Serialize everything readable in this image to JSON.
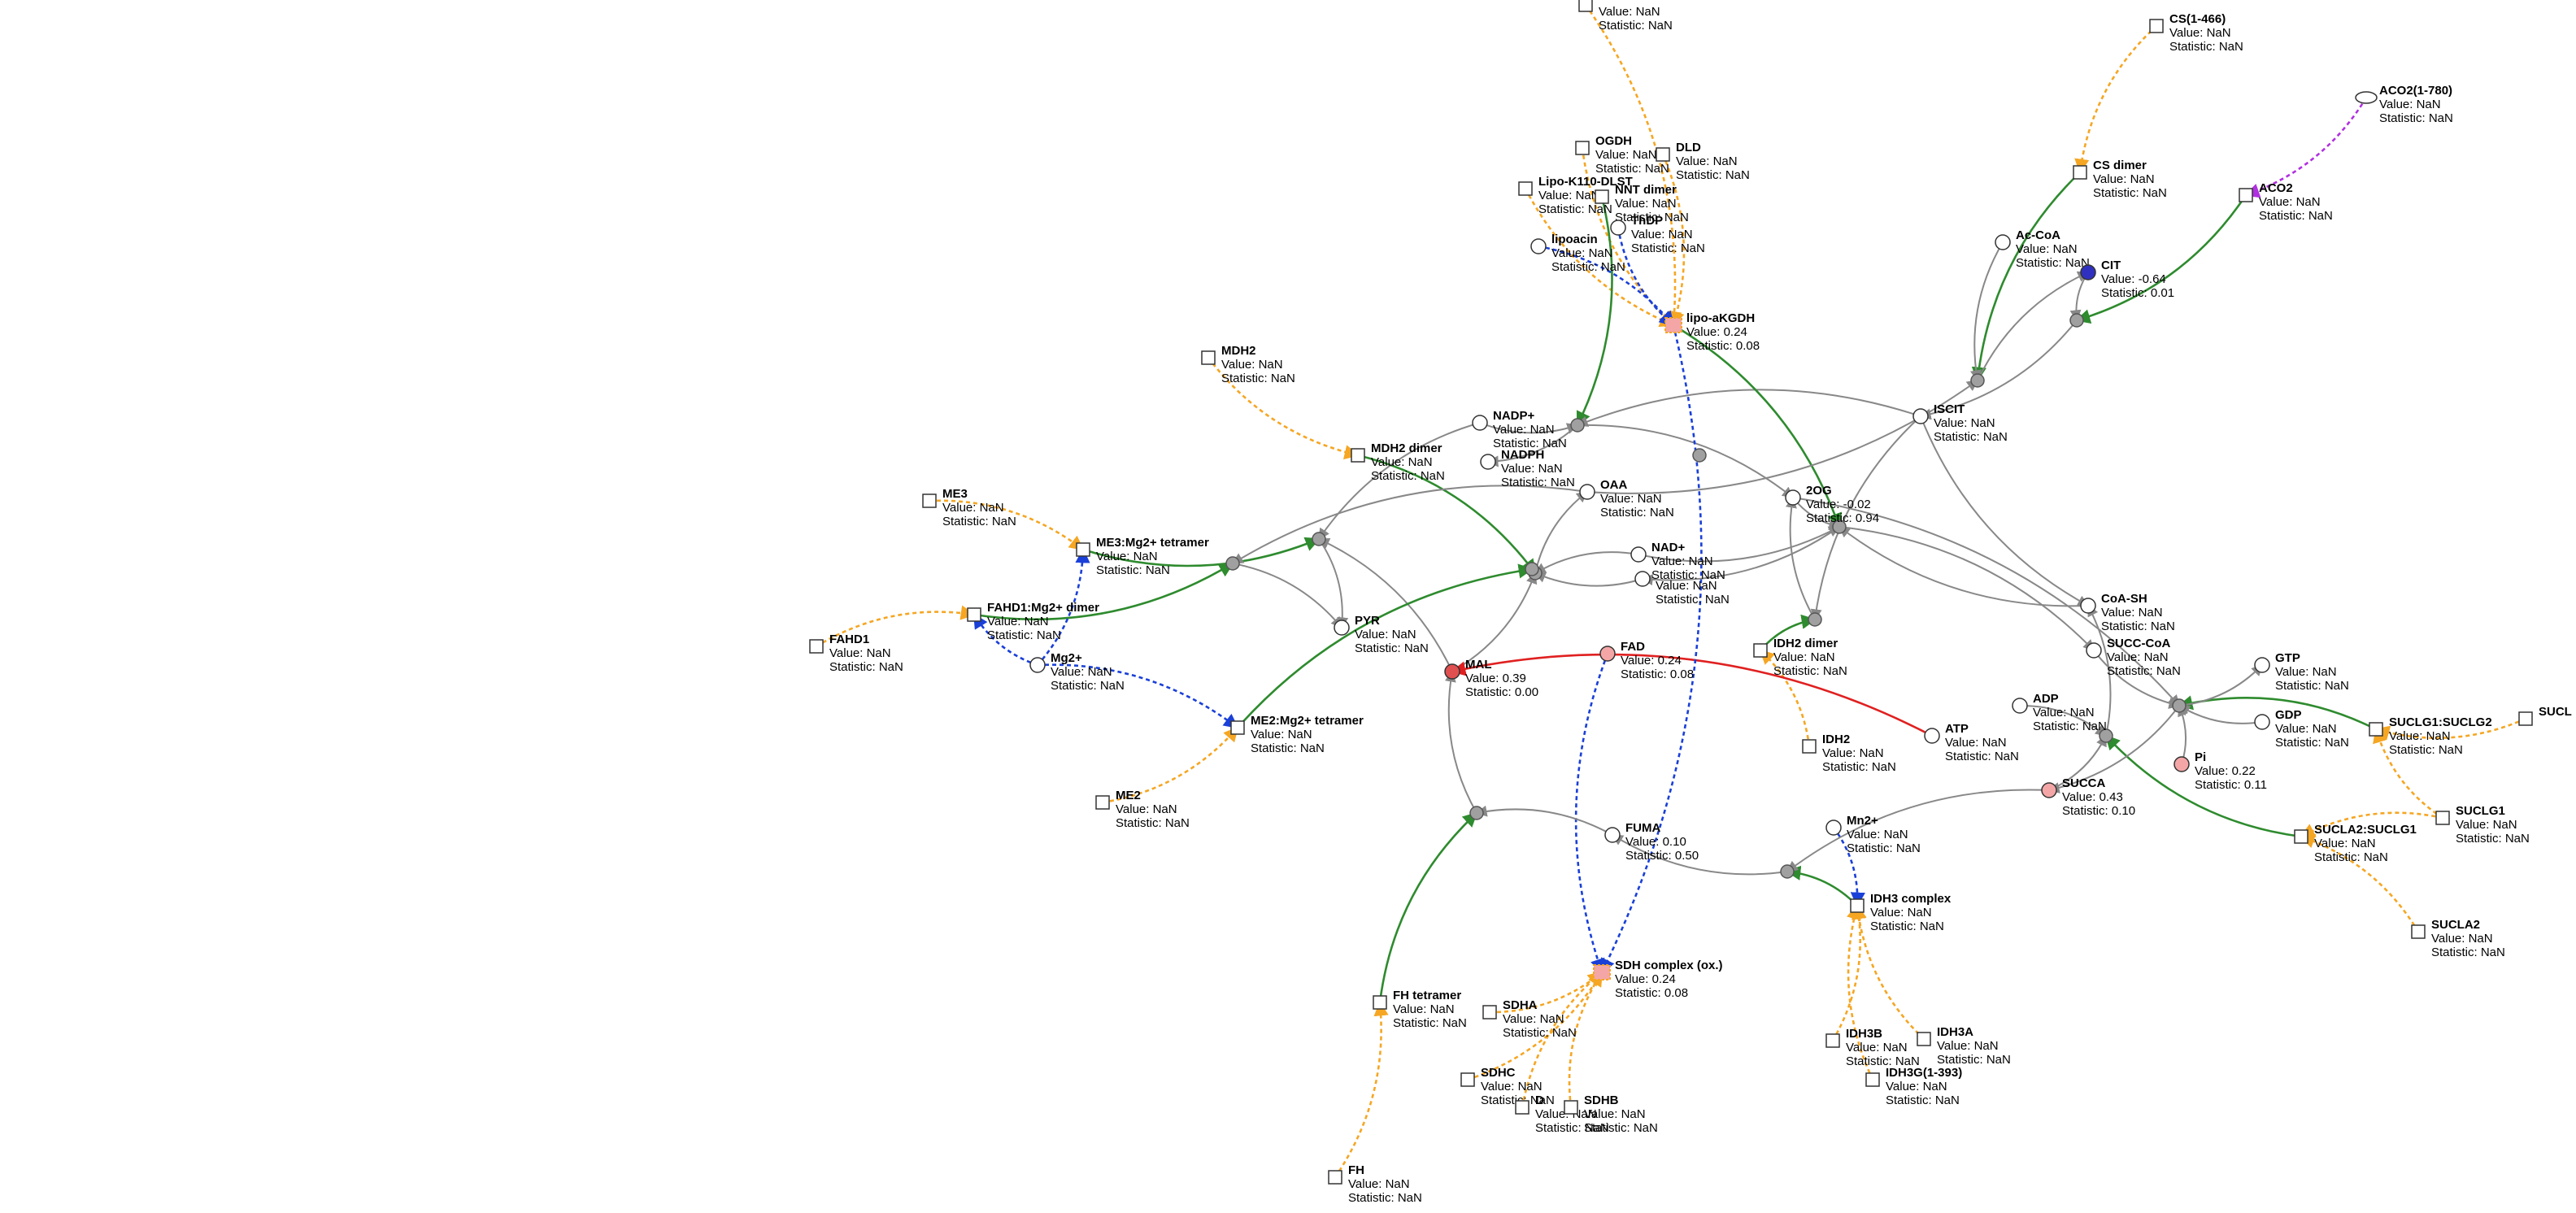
{
  "value_prefix": "Value: ",
  "stat_prefix": "Statistic: ",
  "colors": {
    "catalysis": "#f5a623",
    "activation": "#1a40d8",
    "production": "#2e8b2e",
    "reaction": "#888888",
    "inhibition": "#e02020",
    "binding": "#b030e0",
    "node_up": "#f4a6a6",
    "node_up_strong": "#e05050",
    "node_down": "#3030c0",
    "hub": "#a0a0a0"
  },
  "nodes": [
    {
      "id": "top",
      "name": "",
      "value": "NaN",
      "stat": "NaN",
      "shape": "rect"
    },
    {
      "id": "cs1466",
      "name": "CS(1-466)",
      "value": "NaN",
      "stat": "NaN",
      "shape": "rect"
    },
    {
      "id": "aco2_780",
      "name": "ACO2(1-780)",
      "value": "NaN",
      "stat": "NaN",
      "shape": "ellipse"
    },
    {
      "id": "ogdh",
      "name": "OGDH",
      "value": "NaN",
      "stat": "NaN",
      "shape": "rect"
    },
    {
      "id": "dld",
      "name": "DLD",
      "value": "NaN",
      "stat": "NaN",
      "shape": "rect"
    },
    {
      "id": "lipok",
      "name": "Lipo-K110-DLST",
      "value": "NaN",
      "stat": "NaN",
      "shape": "rect"
    },
    {
      "id": "nnt",
      "name": "NNT dimer",
      "value": "NaN",
      "stat": "NaN",
      "shape": "rect"
    },
    {
      "id": "thdp",
      "name": "ThDP",
      "value": "NaN",
      "stat": "NaN",
      "shape": "circle"
    },
    {
      "id": "lipoacin",
      "name": "lipoacin",
      "value": "NaN",
      "stat": "NaN",
      "shape": "circle"
    },
    {
      "id": "csdimer",
      "name": "CS dimer",
      "value": "NaN",
      "stat": "NaN",
      "shape": "rect"
    },
    {
      "id": "aco2",
      "name": "ACO2",
      "value": "NaN",
      "stat": "NaN",
      "shape": "rect"
    },
    {
      "id": "accoa",
      "name": "Ac-CoA",
      "value": "NaN",
      "stat": "NaN",
      "shape": "circle"
    },
    {
      "id": "cit",
      "name": "CIT",
      "value": "-0.64",
      "stat": "0.01",
      "shape": "circle",
      "tone": "down"
    },
    {
      "id": "lipoakgdh",
      "name": "lipo-aKGDH",
      "value": "0.24",
      "stat": "0.08",
      "shape": "complex"
    },
    {
      "id": "mdh2",
      "name": "MDH2",
      "value": "NaN",
      "stat": "NaN",
      "shape": "rect"
    },
    {
      "id": "iscit",
      "name": "ISCIT",
      "value": "NaN",
      "stat": "NaN",
      "shape": "circle"
    },
    {
      "id": "nadpplus",
      "name": "NADP+",
      "value": "NaN",
      "stat": "NaN",
      "shape": "circle"
    },
    {
      "id": "nadph",
      "name": "NADPH",
      "value": "NaN",
      "stat": "NaN",
      "shape": "circle"
    },
    {
      "id": "mdh2dimer",
      "name": "MDH2 dimer",
      "value": "NaN",
      "stat": "NaN",
      "shape": "rect"
    },
    {
      "id": "oaa",
      "name": "OAA",
      "value": "NaN",
      "stat": "NaN",
      "shape": "circle"
    },
    {
      "id": "twoog",
      "name": "2OG",
      "value": "-0.02",
      "stat": "0.94",
      "shape": "circle"
    },
    {
      "id": "me3",
      "name": "ME3",
      "value": "NaN",
      "stat": "NaN",
      "shape": "rect"
    },
    {
      "id": "me3tet",
      "name": "ME3:Mg2+ tetramer",
      "value": "NaN",
      "stat": "NaN",
      "shape": "rect"
    },
    {
      "id": "nadplus",
      "name": "NAD+",
      "value": "NaN",
      "stat": "NaN",
      "shape": "circle"
    },
    {
      "id": "nadh",
      "name": "",
      "value": "NaN",
      "stat": "NaN",
      "shape": "circle"
    },
    {
      "id": "fahd1",
      "name": "FAHD1",
      "value": "NaN",
      "stat": "NaN",
      "shape": "rect"
    },
    {
      "id": "fahd1dimer",
      "name": "FAHD1:Mg2+ dimer",
      "value": "NaN",
      "stat": "NaN",
      "shape": "rect"
    },
    {
      "id": "mg2",
      "name": "Mg2+",
      "value": "NaN",
      "stat": "NaN",
      "shape": "circle"
    },
    {
      "id": "pyr",
      "name": "PYR",
      "value": "NaN",
      "stat": "NaN",
      "shape": "circle"
    },
    {
      "id": "coash",
      "name": "CoA-SH",
      "value": "NaN",
      "stat": "NaN",
      "shape": "circle"
    },
    {
      "id": "gtp",
      "name": "GTP",
      "value": "NaN",
      "stat": "NaN",
      "shape": "circle"
    },
    {
      "id": "succcoa",
      "name": "SUCC-CoA",
      "value": "NaN",
      "stat": "NaN",
      "shape": "circle"
    },
    {
      "id": "fad",
      "name": "FAD",
      "value": "0.24",
      "stat": "0.08",
      "shape": "circle",
      "tone": "up"
    },
    {
      "id": "idh2dimer",
      "name": "IDH2 dimer",
      "value": "NaN",
      "stat": "NaN",
      "shape": "rect"
    },
    {
      "id": "mal",
      "name": "MAL",
      "value": "0.39",
      "stat": "0.00",
      "shape": "circle",
      "tone": "upstrong"
    },
    {
      "id": "adp",
      "name": "ADP",
      "value": "NaN",
      "stat": "NaN",
      "shape": "circle"
    },
    {
      "id": "gdp",
      "name": "GDP",
      "value": "NaN",
      "stat": "NaN",
      "shape": "circle"
    },
    {
      "id": "sucl",
      "name": "SUCL",
      "value": "",
      "stat": "",
      "shape": "rect"
    },
    {
      "id": "me2tet",
      "name": "ME2:Mg2+ tetramer",
      "value": "NaN",
      "stat": "NaN",
      "shape": "rect"
    },
    {
      "id": "idh2",
      "name": "IDH2",
      "value": "NaN",
      "stat": "NaN",
      "shape": "rect"
    },
    {
      "id": "atp",
      "name": "ATP",
      "value": "NaN",
      "stat": "NaN",
      "shape": "circle"
    },
    {
      "id": "suclg",
      "name": "SUCLG1:SUCLG2",
      "value": "NaN",
      "stat": "NaN",
      "shape": "rect"
    },
    {
      "id": "pi",
      "name": "Pi",
      "value": "0.22",
      "stat": "0.11",
      "shape": "circle",
      "tone": "up"
    },
    {
      "id": "succa",
      "name": "SUCCA",
      "value": "0.43",
      "stat": "0.10",
      "shape": "circle",
      "tone": "up"
    },
    {
      "id": "me2",
      "name": "ME2",
      "value": "NaN",
      "stat": "NaN",
      "shape": "rect"
    },
    {
      "id": "suclg1",
      "name": "SUCLG1",
      "value": "NaN",
      "stat": "NaN",
      "shape": "rect"
    },
    {
      "id": "fuma",
      "name": "FUMA",
      "value": "0.10",
      "stat": "0.50",
      "shape": "circle"
    },
    {
      "id": "mn2",
      "name": "Mn2+",
      "value": "NaN",
      "stat": "NaN",
      "shape": "circle"
    },
    {
      "id": "sucla2suclg1",
      "name": "SUCLA2:SUCLG1",
      "value": "NaN",
      "stat": "NaN",
      "shape": "rect"
    },
    {
      "id": "idh3",
      "name": "IDH3 complex",
      "value": "NaN",
      "stat": "NaN",
      "shape": "rect"
    },
    {
      "id": "sucla2",
      "name": "SUCLA2",
      "value": "NaN",
      "stat": "NaN",
      "shape": "rect"
    },
    {
      "id": "sdhcomplex",
      "name": "SDH complex (ox.)",
      "value": "0.24",
      "stat": "0.08",
      "shape": "complex"
    },
    {
      "id": "fhtet",
      "name": "FH tetramer",
      "value": "NaN",
      "stat": "NaN",
      "shape": "rect"
    },
    {
      "id": "sdha",
      "name": "SDHA",
      "value": "NaN",
      "stat": "NaN",
      "shape": "rect"
    },
    {
      "id": "idh3a",
      "name": "IDH3A",
      "value": "NaN",
      "stat": "NaN",
      "shape": "rect"
    },
    {
      "id": "idh3b",
      "name": "IDH3B",
      "value": "NaN",
      "stat": "NaN",
      "shape": "rect"
    },
    {
      "id": "idh3g",
      "name": "IDH3G(1-393)",
      "value": "NaN",
      "stat": "NaN",
      "shape": "rect"
    },
    {
      "id": "sdhc",
      "name": "SDHC",
      "value": "NaN",
      "stat": "NaN",
      "shape": "rect"
    },
    {
      "id": "sdhd",
      "name": "D",
      "value": "NaN",
      "stat": "NaN",
      "shape": "rect"
    },
    {
      "id": "sdhb",
      "name": "SDHB",
      "value": "NaN",
      "stat": "NaN",
      "shape": "rect"
    },
    {
      "id": "fh",
      "name": "FH",
      "value": "NaN",
      "stat": "NaN",
      "shape": "rect"
    }
  ],
  "edges": [
    {
      "from": "top",
      "to": "lipoakgdh",
      "type": "catalysis"
    },
    {
      "from": "ogdh",
      "to": "lipoakgdh",
      "type": "catalysis"
    },
    {
      "from": "dld",
      "to": "lipoakgdh",
      "type": "catalysis"
    },
    {
      "from": "lipok",
      "to": "lipoakgdh",
      "type": "catalysis"
    },
    {
      "from": "nnt",
      "to": "h_nadp",
      "type": "production"
    },
    {
      "from": "thdp",
      "to": "lipoakgdh",
      "type": "activation"
    },
    {
      "from": "lipoacin",
      "to": "lipoakgdh",
      "type": "activation"
    },
    {
      "from": "cs1466",
      "to": "csdimer",
      "type": "catalysis"
    },
    {
      "from": "aco2_780",
      "to": "aco2",
      "type": "binding"
    },
    {
      "from": "csdimer",
      "to": "h_cs",
      "type": "production"
    },
    {
      "from": "aco2",
      "to": "h_aco",
      "type": "production"
    },
    {
      "from": "accoa",
      "to": "h_cs",
      "type": "reaction"
    },
    {
      "from": "h_cs",
      "to": "cit",
      "type": "reaction"
    },
    {
      "from": "cit",
      "to": "h_aco",
      "type": "reaction"
    },
    {
      "from": "h_aco",
      "to": "iscit",
      "type": "reaction"
    },
    {
      "from": "iscit",
      "to": "h_nadp",
      "type": "reaction"
    },
    {
      "from": "h_nadp",
      "to": "twoog",
      "type": "reaction"
    },
    {
      "from": "iscit",
      "to": "h_idh3",
      "type": "reaction"
    },
    {
      "from": "lipoakgdh",
      "to": "h_ogdh",
      "type": "production"
    },
    {
      "from": "twoog",
      "to": "h_ogdh",
      "type": "reaction"
    },
    {
      "from": "h_ogdh",
      "to": "succcoa",
      "type": "reaction"
    },
    {
      "from": "mdh2",
      "to": "mdh2dimer",
      "type": "catalysis"
    },
    {
      "from": "mdh2dimer",
      "to": "h_mdh",
      "type": "production"
    },
    {
      "from": "mal",
      "to": "h_mdh",
      "type": "reaction"
    },
    {
      "from": "h_mdh",
      "to": "oaa",
      "type": "reaction"
    },
    {
      "from": "oaa",
      "to": "h_cs",
      "type": "reaction"
    },
    {
      "from": "me3",
      "to": "me3tet",
      "type": "catalysis"
    },
    {
      "from": "me3tet",
      "to": "h_me3",
      "type": "production"
    },
    {
      "from": "fahd1",
      "to": "fahd1dimer",
      "type": "catalysis"
    },
    {
      "from": "fahd1dimer",
      "to": "h_me3b",
      "type": "production"
    },
    {
      "from": "mg2",
      "to": "fahd1dimer",
      "type": "activation"
    },
    {
      "from": "mg2",
      "to": "me3tet",
      "type": "activation"
    },
    {
      "from": "mg2",
      "to": "me2tet",
      "type": "activation"
    },
    {
      "from": "oaa",
      "to": "h_me3b",
      "type": "reaction"
    },
    {
      "from": "h_me3b",
      "to": "pyr",
      "type": "reaction"
    },
    {
      "from": "mal",
      "to": "h_me3",
      "type": "reaction"
    },
    {
      "from": "h_me3",
      "to": "pyr",
      "type": "reaction"
    },
    {
      "from": "me2",
      "to": "me2tet",
      "type": "catalysis"
    },
    {
      "from": "me2tet",
      "to": "h_me2",
      "type": "production"
    },
    {
      "from": "idh2",
      "to": "idh2dimer",
      "type": "catalysis"
    },
    {
      "from": "idh2dimer",
      "to": "h_idh3",
      "type": "production"
    },
    {
      "from": "atp",
      "to": "mal",
      "type": "inhibition"
    },
    {
      "from": "mn2",
      "to": "idh3",
      "type": "activation"
    },
    {
      "from": "idh3",
      "to": "h_fum",
      "type": "production"
    },
    {
      "from": "idh3a",
      "to": "idh3",
      "type": "catalysis"
    },
    {
      "from": "idh3b",
      "to": "idh3",
      "type": "catalysis"
    },
    {
      "from": "idh3g",
      "to": "idh3",
      "type": "catalysis"
    },
    {
      "from": "sdha",
      "to": "sdhcomplex",
      "type": "catalysis"
    },
    {
      "from": "sdhb",
      "to": "sdhcomplex",
      "type": "catalysis"
    },
    {
      "from": "sdhc",
      "to": "sdhcomplex",
      "type": "catalysis"
    },
    {
      "from": "sdhd",
      "to": "sdhcomplex",
      "type": "catalysis"
    },
    {
      "from": "fad",
      "to": "sdhcomplex",
      "type": "activation"
    },
    {
      "from": "lipoakgdh",
      "to": "sdhcomplex",
      "type": "activation"
    },
    {
      "from": "fh",
      "to": "fhtet",
      "type": "catalysis"
    },
    {
      "from": "fhtet",
      "to": "h_fh",
      "type": "production"
    },
    {
      "from": "fuma",
      "to": "h_fh",
      "type": "reaction"
    },
    {
      "from": "h_fh",
      "to": "mal",
      "type": "reaction"
    },
    {
      "from": "succa",
      "to": "h_fum",
      "type": "reaction"
    },
    {
      "from": "h_fum",
      "to": "fuma",
      "type": "reaction"
    },
    {
      "from": "sucla2",
      "to": "sucla2suclg1",
      "type": "catalysis"
    },
    {
      "from": "suclg1",
      "to": "suclg",
      "type": "catalysis"
    },
    {
      "from": "suclg1",
      "to": "sucla2suclg1",
      "type": "catalysis"
    },
    {
      "from": "sucl",
      "to": "suclg",
      "type": "catalysis"
    },
    {
      "from": "suclg",
      "to": "h_sucl",
      "type": "production"
    },
    {
      "from": "sucla2suclg1",
      "to": "h_sucl2",
      "type": "production"
    },
    {
      "from": "succcoa",
      "to": "h_sucl",
      "type": "reaction"
    },
    {
      "from": "h_sucl",
      "to": "succa",
      "type": "reaction"
    },
    {
      "from": "h_sucl",
      "to": "gtp",
      "type": "reaction"
    },
    {
      "from": "gdp",
      "to": "h_sucl",
      "type": "reaction"
    },
    {
      "from": "pi",
      "to": "h_sucl",
      "type": "reaction"
    },
    {
      "from": "adp",
      "to": "h_sucl2",
      "type": "reaction"
    },
    {
      "from": "h_sucl2",
      "to": "coash",
      "type": "reaction"
    },
    {
      "from": "coash",
      "to": "h_ogdh",
      "type": "reaction"
    },
    {
      "from": "nadplus",
      "to": "h_ogdh",
      "type": "reaction"
    },
    {
      "from": "h_ogdh",
      "to": "nadh",
      "type": "reaction"
    },
    {
      "from": "nadplus",
      "to": "h_mdh",
      "type": "reaction"
    },
    {
      "from": "nadh",
      "to": "h_mdh",
      "type": "reaction"
    },
    {
      "from": "nadpplus",
      "to": "h_nadp",
      "type": "reaction"
    },
    {
      "from": "h_nadp",
      "to": "nadph",
      "type": "reaction"
    },
    {
      "from": "nadpplus",
      "to": "h_me3",
      "type": "reaction"
    },
    {
      "from": "h_idh3",
      "to": "twoog",
      "type": "reaction"
    },
    {
      "from": "iscit",
      "to": "coash",
      "type": "reaction"
    },
    {
      "from": "twoog",
      "to": "h_sucl",
      "type": "reaction"
    },
    {
      "from": "succa",
      "to": "h_sucl2",
      "type": "reaction"
    }
  ]
}
